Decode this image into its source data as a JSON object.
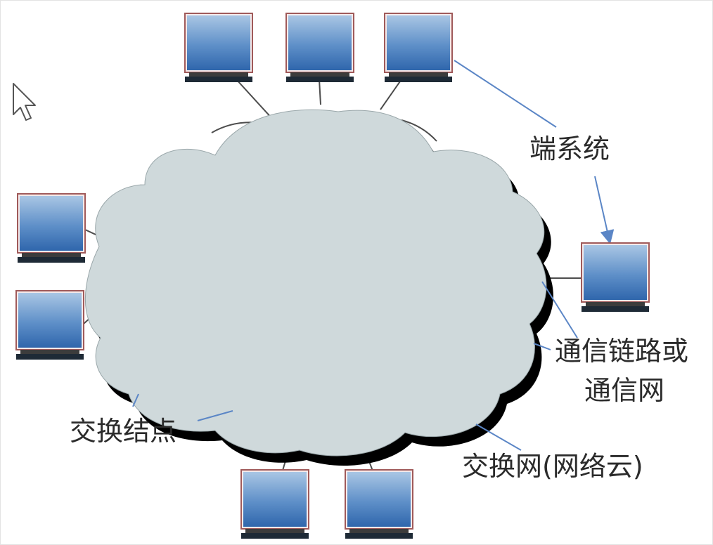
{
  "labels": {
    "end_systems": "端系统",
    "comm_link_line1": "通信链路或",
    "comm_link_line2": "通信网",
    "switch_node": "交换结点",
    "switch_network": "交换网(网络云)"
  },
  "icons": {
    "cursor": "mouse-pointer-icon",
    "computer": "computer-monitor-icon"
  },
  "colors": {
    "cloud_fill": "#cfd9db",
    "cloud_shadow": "#000000",
    "monitor_border": "#a05a5a",
    "screen_top": "#8fb4d8",
    "screen_bottom": "#3d74b8",
    "base": "#1e2a36",
    "link_line": "#4d4d4d",
    "annotation_line": "#5b86c6",
    "text": "#2b2b2b"
  }
}
